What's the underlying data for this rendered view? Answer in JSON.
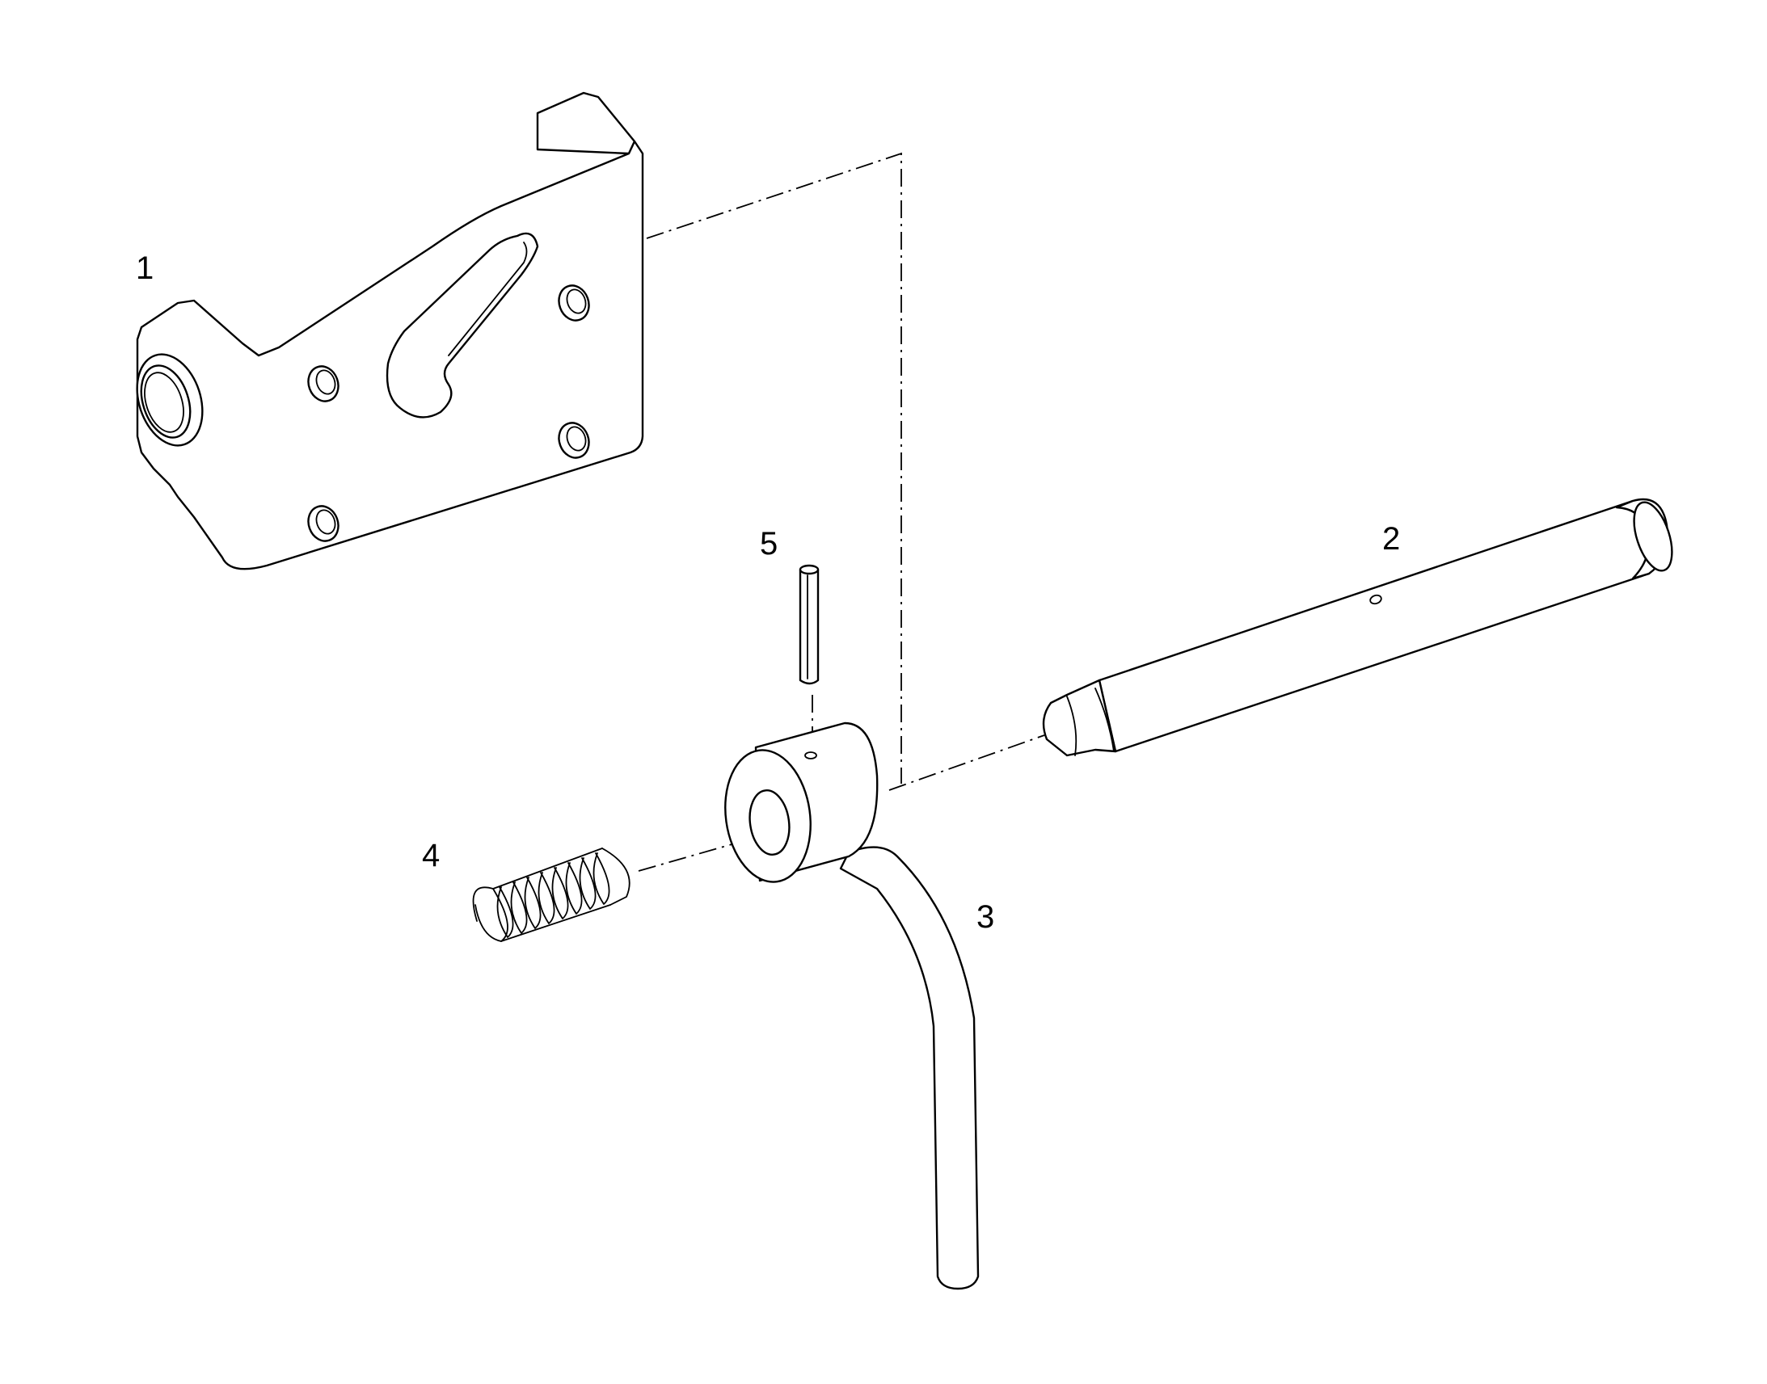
{
  "diagram": {
    "type": "exploded-parts-drawing",
    "callouts": [
      {
        "id": "1",
        "label": "1",
        "part": "bracket-plate"
      },
      {
        "id": "2",
        "label": "2",
        "part": "pin-shaft"
      },
      {
        "id": "3",
        "label": "3",
        "part": "lever-handle"
      },
      {
        "id": "4",
        "label": "4",
        "part": "compression-spring"
      },
      {
        "id": "5",
        "label": "5",
        "part": "roll-pin"
      }
    ],
    "colors": {
      "line": "#000000",
      "background": "#ffffff"
    }
  }
}
